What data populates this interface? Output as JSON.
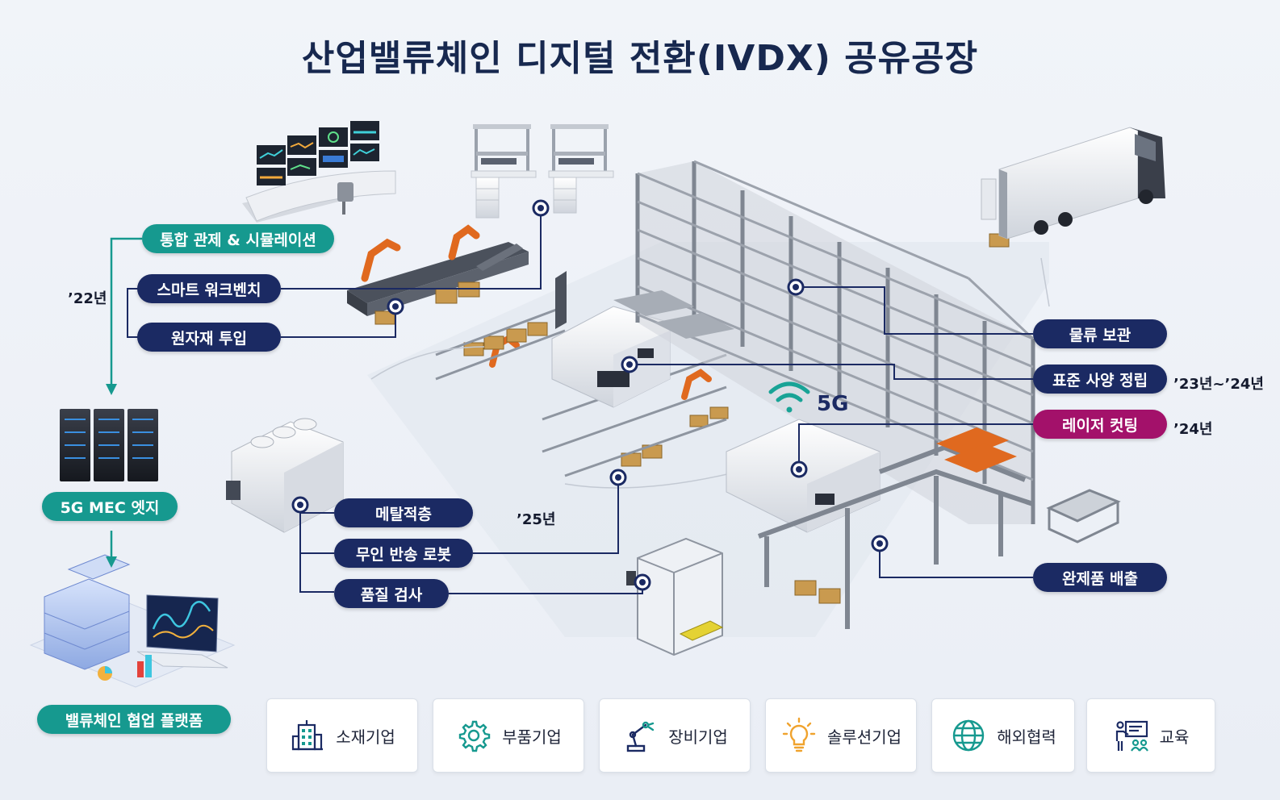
{
  "title": "산업밸류체인 디지털 전환(IVDX) 공유공장",
  "labels": {
    "integrated_control": "통합 관제 & 시뮬레이션",
    "smart_workbench": "스마트 워크벤치",
    "raw_material_input": "원자재 투입",
    "mec_edge": "5G MEC 엣지",
    "collab_platform": "밸류체인 협업 플랫폼",
    "logistics_storage": "물류 보관",
    "standard_spec": "표준 사양 정립",
    "laser_cutting": "레이저 컷팅",
    "product_discharge": "완제품 배출",
    "metal_additive": "메탈적층",
    "agv_robot": "무인 반송 로봇",
    "quality_inspection": "품질 검사"
  },
  "years": {
    "y22": "’22년",
    "y23_24": "’23년~’24년",
    "y24": "’24년",
    "y25": "’25년"
  },
  "network": {
    "label": "5G"
  },
  "partners": [
    {
      "label": "소재기업",
      "icon": "building-icon"
    },
    {
      "label": "부품기업",
      "icon": "gear-icon"
    },
    {
      "label": "장비기업",
      "icon": "robot-arm-icon"
    },
    {
      "label": "솔루션기업",
      "icon": "lightbulb-icon"
    },
    {
      "label": "해외협력",
      "icon": "globe-icon"
    },
    {
      "label": "교육",
      "icon": "teacher-icon"
    }
  ],
  "colors": {
    "navy": "#1b2a63",
    "teal": "#16998f",
    "magenta": "#a3116a",
    "title": "#17284f"
  }
}
